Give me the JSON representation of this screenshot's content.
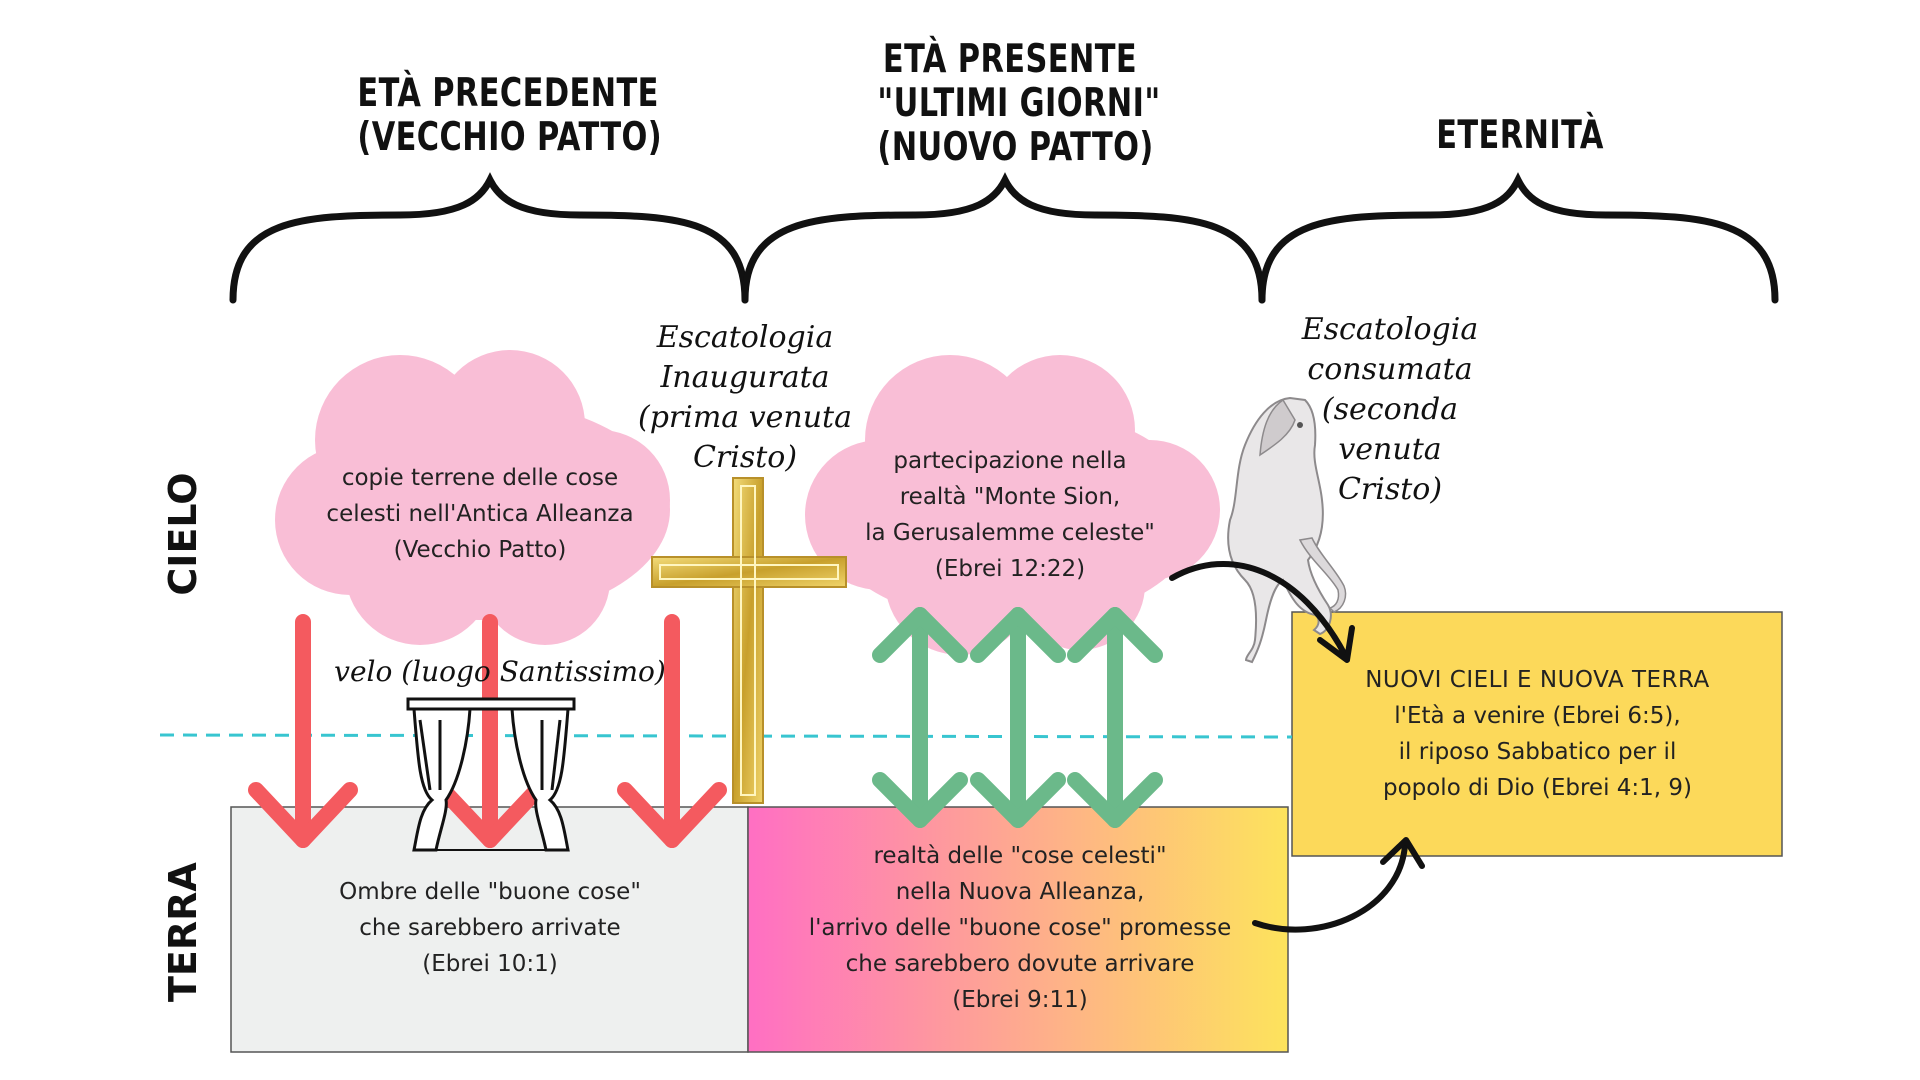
{
  "headings": {
    "previous_age": [
      "ETÀ PRECEDENTE",
      "(VECCHIO PATTO)"
    ],
    "present_age": [
      "ETÀ PRESENTE",
      "\"ULTIMI GIORNI\"",
      "(NUOVO PATTO)"
    ],
    "eternity": [
      "ETERNITÀ"
    ]
  },
  "side_labels": {
    "heaven": "CIELO",
    "earth": "TERRA"
  },
  "italic_notes": {
    "inaugurated": [
      "Escatologia",
      "Inaugurata",
      "(prima venuta",
      "Cristo)"
    ],
    "consummated": [
      "Escatologia",
      "consumata",
      "(seconda",
      "venuta",
      "Cristo)"
    ],
    "veil": "velo (luogo Santissimo)"
  },
  "clouds": {
    "old_covenant": [
      "copie terrene delle cose",
      "celesti nell'Antica Alleanza",
      "(Vecchio Patto)"
    ],
    "new_covenant": [
      "partecipazione nella",
      "realtà \"Monte Sion,",
      "la Gerusalemme celeste\"",
      "(Ebrei 12:22)"
    ]
  },
  "boxes": {
    "shadows": [
      "Ombre delle \"buone cose\"",
      "che sarebbero arrivate",
      "(Ebrei 10:1)"
    ],
    "reality": [
      "realtà delle \"cose celesti\"",
      "nella Nuova Alleanza,",
      "l'arrivo delle \"buone cose\" promesse",
      "che sarebbero dovute arrivare",
      "(Ebrei 9:11)"
    ],
    "new_heavens": [
      "NUOVI CIELI E NUOVA TERRA",
      "l'Età a venire (Ebrei 6:5),",
      "il riposo Sabbatico per il",
      "popolo di Dio (Ebrei 4:1, 9)"
    ]
  },
  "colors": {
    "cloud": "#f9bed6",
    "red_arrow": "#f45a5f",
    "green_arrow": "#6bb98a",
    "dashed_line": "#38c5d0",
    "grey_box": "#eef0ef",
    "yellow_box": "#fcd95a",
    "gradient_start": "#ff6fc3",
    "gradient_end": "#fde35c",
    "cross_gold": "#d6b23c"
  },
  "icons": {
    "curtain": "curtain-icon",
    "cross": "cross-icon",
    "horse": "white-horse-icon"
  }
}
